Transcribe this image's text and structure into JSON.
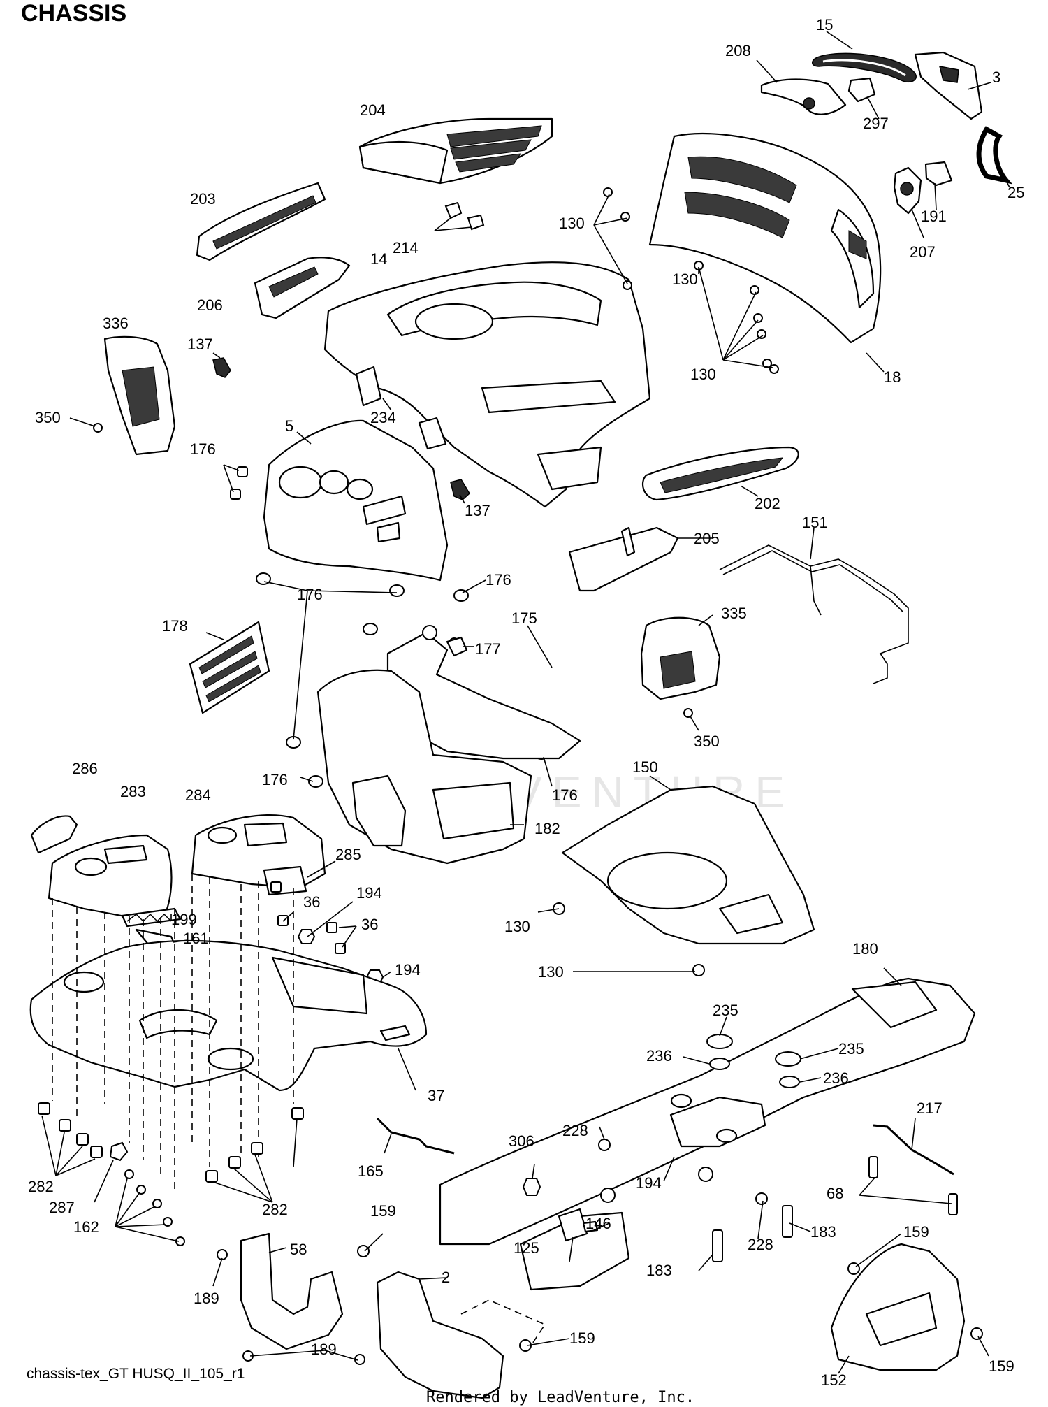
{
  "diagram": {
    "section_title": "CHASSIS",
    "drawing_ref": "chassis-tex_GT HUSQ_II_105_r1",
    "credit": "Rendered by LeadVenture, Inc.",
    "watermark": "LEADVENTURE"
  },
  "callouts": [
    {
      "id": "c15",
      "text": "15"
    },
    {
      "id": "c208",
      "text": "208"
    },
    {
      "id": "c3",
      "text": "3"
    },
    {
      "id": "c204",
      "text": "204"
    },
    {
      "id": "c297",
      "text": "297"
    },
    {
      "id": "c25",
      "text": "25"
    },
    {
      "id": "c191",
      "text": "191"
    },
    {
      "id": "c207",
      "text": "207"
    },
    {
      "id": "c203",
      "text": "203"
    },
    {
      "id": "c130a",
      "text": "130"
    },
    {
      "id": "c214",
      "text": "214"
    },
    {
      "id": "c14",
      "text": "14"
    },
    {
      "id": "c130b",
      "text": "130"
    },
    {
      "id": "c206",
      "text": "206"
    },
    {
      "id": "c336",
      "text": "336"
    },
    {
      "id": "c137a",
      "text": "137"
    },
    {
      "id": "c130c",
      "text": "130"
    },
    {
      "id": "c18",
      "text": "18"
    },
    {
      "id": "c350a",
      "text": "350"
    },
    {
      "id": "c234",
      "text": "234"
    },
    {
      "id": "c5",
      "text": "5"
    },
    {
      "id": "c176a",
      "text": "176"
    },
    {
      "id": "c137b",
      "text": "137"
    },
    {
      "id": "c202",
      "text": "202"
    },
    {
      "id": "c205",
      "text": "205"
    },
    {
      "id": "c151",
      "text": "151"
    },
    {
      "id": "c176b",
      "text": "176"
    },
    {
      "id": "c176c",
      "text": "176"
    },
    {
      "id": "c178",
      "text": "178"
    },
    {
      "id": "c175",
      "text": "175"
    },
    {
      "id": "c177",
      "text": "177"
    },
    {
      "id": "c335",
      "text": "335"
    },
    {
      "id": "c350b",
      "text": "350"
    },
    {
      "id": "c286",
      "text": "286"
    },
    {
      "id": "c283",
      "text": "283"
    },
    {
      "id": "c284",
      "text": "284"
    },
    {
      "id": "c176d",
      "text": "176"
    },
    {
      "id": "c176e",
      "text": "176"
    },
    {
      "id": "c150",
      "text": "150"
    },
    {
      "id": "c182",
      "text": "182"
    },
    {
      "id": "c285",
      "text": "285"
    },
    {
      "id": "c194a",
      "text": "194"
    },
    {
      "id": "c36a",
      "text": "36"
    },
    {
      "id": "c199",
      "text": "199"
    },
    {
      "id": "c36b",
      "text": "36"
    },
    {
      "id": "c161",
      "text": "161"
    },
    {
      "id": "c130d",
      "text": "130"
    },
    {
      "id": "c194b",
      "text": "194"
    },
    {
      "id": "c130e",
      "text": "130"
    },
    {
      "id": "c180",
      "text": "180"
    },
    {
      "id": "c37",
      "text": "37"
    },
    {
      "id": "c235a",
      "text": "235"
    },
    {
      "id": "c236a",
      "text": "236"
    },
    {
      "id": "c235b",
      "text": "235"
    },
    {
      "id": "c236b",
      "text": "236"
    },
    {
      "id": "c228a",
      "text": "228"
    },
    {
      "id": "c217",
      "text": "217"
    },
    {
      "id": "c306",
      "text": "306"
    },
    {
      "id": "c165",
      "text": "165"
    },
    {
      "id": "c282a",
      "text": "282"
    },
    {
      "id": "c287",
      "text": "287"
    },
    {
      "id": "c194c",
      "text": "194"
    },
    {
      "id": "c68",
      "text": "68"
    },
    {
      "id": "c282b",
      "text": "282"
    },
    {
      "id": "c146",
      "text": "146"
    },
    {
      "id": "c162",
      "text": "162"
    },
    {
      "id": "c228b",
      "text": "228"
    },
    {
      "id": "c159a",
      "text": "159"
    },
    {
      "id": "c125",
      "text": "125"
    },
    {
      "id": "c183a",
      "text": "183"
    },
    {
      "id": "c159b",
      "text": "159"
    },
    {
      "id": "c58",
      "text": "58"
    },
    {
      "id": "c2",
      "text": "2"
    },
    {
      "id": "c183b",
      "text": "183"
    },
    {
      "id": "c189a",
      "text": "189"
    },
    {
      "id": "c159c",
      "text": "159"
    },
    {
      "id": "c189b",
      "text": "189"
    },
    {
      "id": "c159d",
      "text": "159"
    },
    {
      "id": "c152",
      "text": "152"
    }
  ]
}
